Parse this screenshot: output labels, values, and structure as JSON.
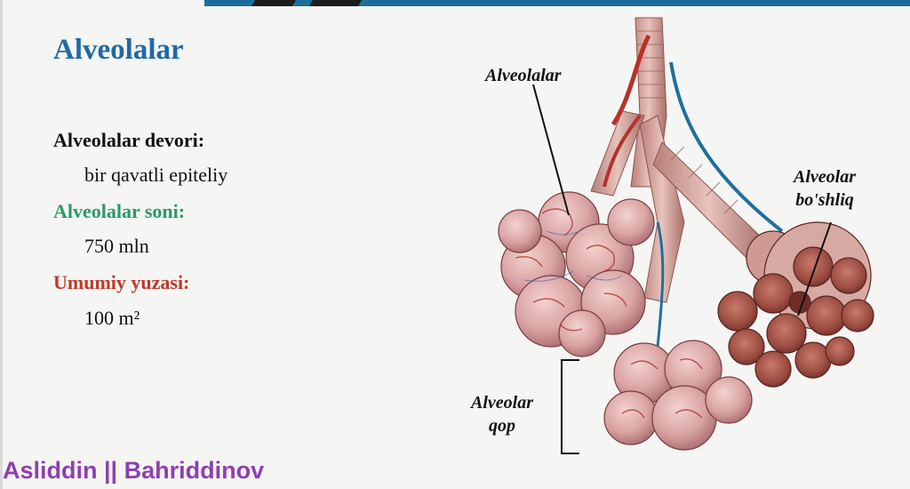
{
  "slide": {
    "title": "Alveolalar",
    "wall": {
      "label": "Alveolalar devori:",
      "value": "bir qavatli epiteliy"
    },
    "count": {
      "label": "Alveolalar soni:",
      "value": "750 mln"
    },
    "area": {
      "label": "Umumiy yuzasi:",
      "value": "100 m²"
    },
    "author": "Asliddin || Bahriddinov"
  },
  "illustration": {
    "label_alveoli": "Alveolalar",
    "label_cavity_line1": "Alveolar",
    "label_cavity_line2": "bo'shliq",
    "label_sac_line1": "Alveolar",
    "label_sac_line2": "qop"
  },
  "colors": {
    "title": "#1f6aa5",
    "count_label": "#2a9a6a",
    "area_label": "#c0392b",
    "author": "#8e3fb0",
    "accent_bar": "#1b6e9c"
  }
}
